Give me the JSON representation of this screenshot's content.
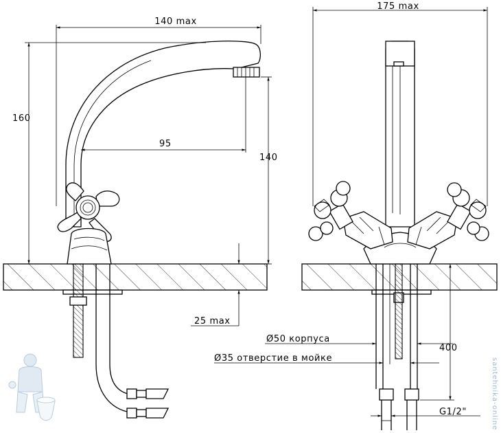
{
  "side_view": {
    "dim_total_width": "140 max",
    "dim_height": "160",
    "dim_reach": "95",
    "dim_spout_height": "140",
    "dim_deck_thickness": "25 max"
  },
  "front_view": {
    "dim_total_width": "175 max",
    "dim_body_diameter": "Ø50 корпуса",
    "dim_hole_diameter": "Ø35 отверстие в мойке",
    "dim_hose_length": "400",
    "dim_thread": "G1/2\""
  },
  "watermark": "santehnika-online",
  "colors": {
    "line": "#000000",
    "watermark": "#9fbad6"
  }
}
